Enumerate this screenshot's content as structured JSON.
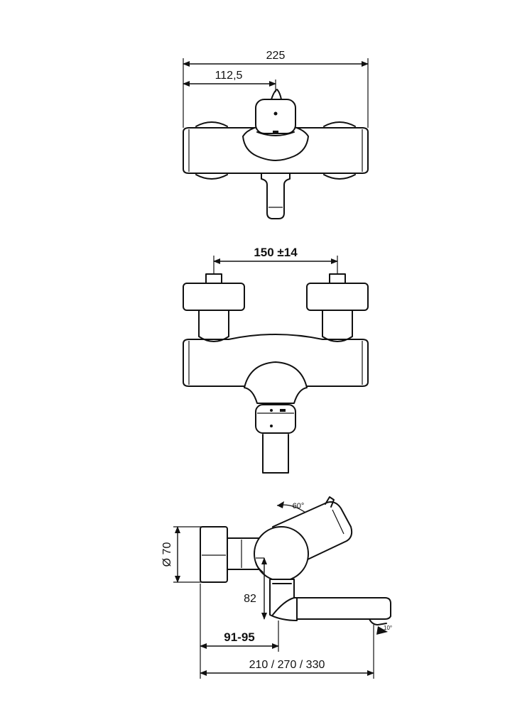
{
  "top_view": {
    "overall_width": "225",
    "half_width": "112,5"
  },
  "front_view": {
    "centers": "150 ±14"
  },
  "side_view": {
    "angle": "60°",
    "diameter": "Ø 70",
    "height": "82",
    "depth": "91-95",
    "spout_lengths": "210 / 270 / 330",
    "tilt": "10°"
  }
}
